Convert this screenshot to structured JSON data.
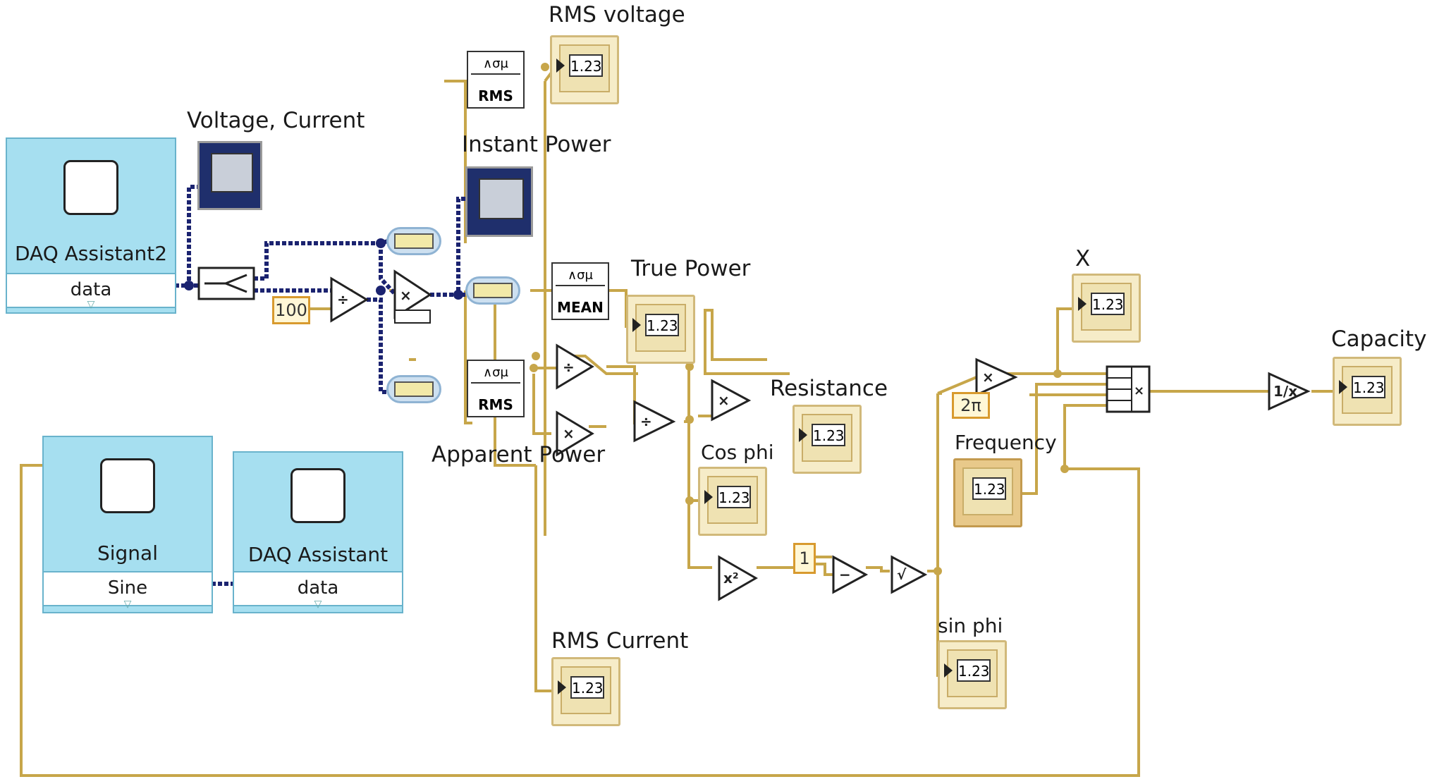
{
  "labels": {
    "rms_voltage": "RMS voltage",
    "voltage_current": "Voltage, Current",
    "instant_power": "Instant Power",
    "true_power": "True Power",
    "x": "X",
    "capacity": "Capacity",
    "resistance": "Resistance",
    "frequency": "Frequency",
    "cos_phi": "Cos phi",
    "apparent_power": "Apparent Power",
    "rms_current": "RMS Current",
    "sin_phi": "sin phi"
  },
  "blocks": {
    "daq_assistant2": {
      "title": "DAQ Assistant2",
      "terminal": "data"
    },
    "signal": {
      "title": "Signal",
      "terminal": "Sine"
    },
    "daq_assistant": {
      "title": "DAQ Assistant",
      "terminal": "data"
    }
  },
  "functions": {
    "rms": "RMS",
    "mean": "MEAN",
    "stat_symbol": "∧σμ"
  },
  "constants": {
    "c100": "100",
    "c1": "1",
    "c2pi": "2π"
  },
  "indicator_text": "1.23",
  "colors": {
    "wire_orange": "#c7a64a",
    "wire_blue": "#1b2370",
    "express_fill": "#a6dff0",
    "indicator_fill": "#f6ecc8"
  }
}
